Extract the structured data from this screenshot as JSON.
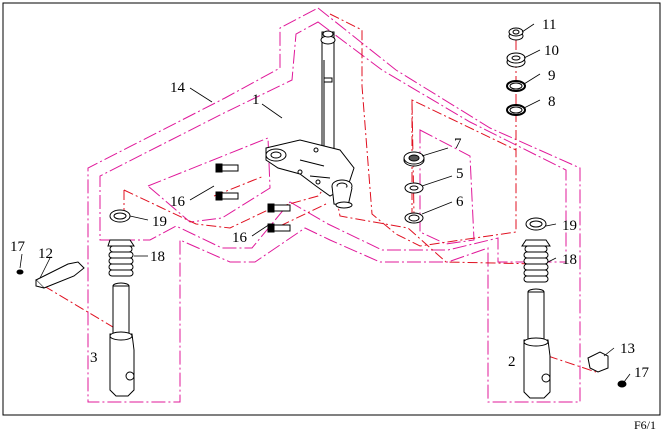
{
  "diagram": {
    "sheet_ref": "F6/1",
    "colors": {
      "group_outline": "#e0189a",
      "centerline": "#e01020",
      "ink": "#000000"
    },
    "callouts": [
      {
        "id": "p1",
        "label": "1"
      },
      {
        "id": "p2",
        "label": "2"
      },
      {
        "id": "p3",
        "label": "3"
      },
      {
        "id": "p5",
        "label": "5"
      },
      {
        "id": "p6",
        "label": "6"
      },
      {
        "id": "p7",
        "label": "7"
      },
      {
        "id": "p8",
        "label": "8"
      },
      {
        "id": "p9",
        "label": "9"
      },
      {
        "id": "p10",
        "label": "10"
      },
      {
        "id": "p11",
        "label": "11"
      },
      {
        "id": "p12",
        "label": "12"
      },
      {
        "id": "p13",
        "label": "13"
      },
      {
        "id": "p14",
        "label": "14"
      },
      {
        "id": "p16a",
        "label": "16"
      },
      {
        "id": "p16b",
        "label": "16"
      },
      {
        "id": "p17a",
        "label": "17"
      },
      {
        "id": "p17b",
        "label": "17"
      },
      {
        "id": "p18a",
        "label": "18"
      },
      {
        "id": "p18b",
        "label": "18"
      },
      {
        "id": "p19a",
        "label": "19"
      },
      {
        "id": "p19b",
        "label": "19"
      }
    ]
  }
}
